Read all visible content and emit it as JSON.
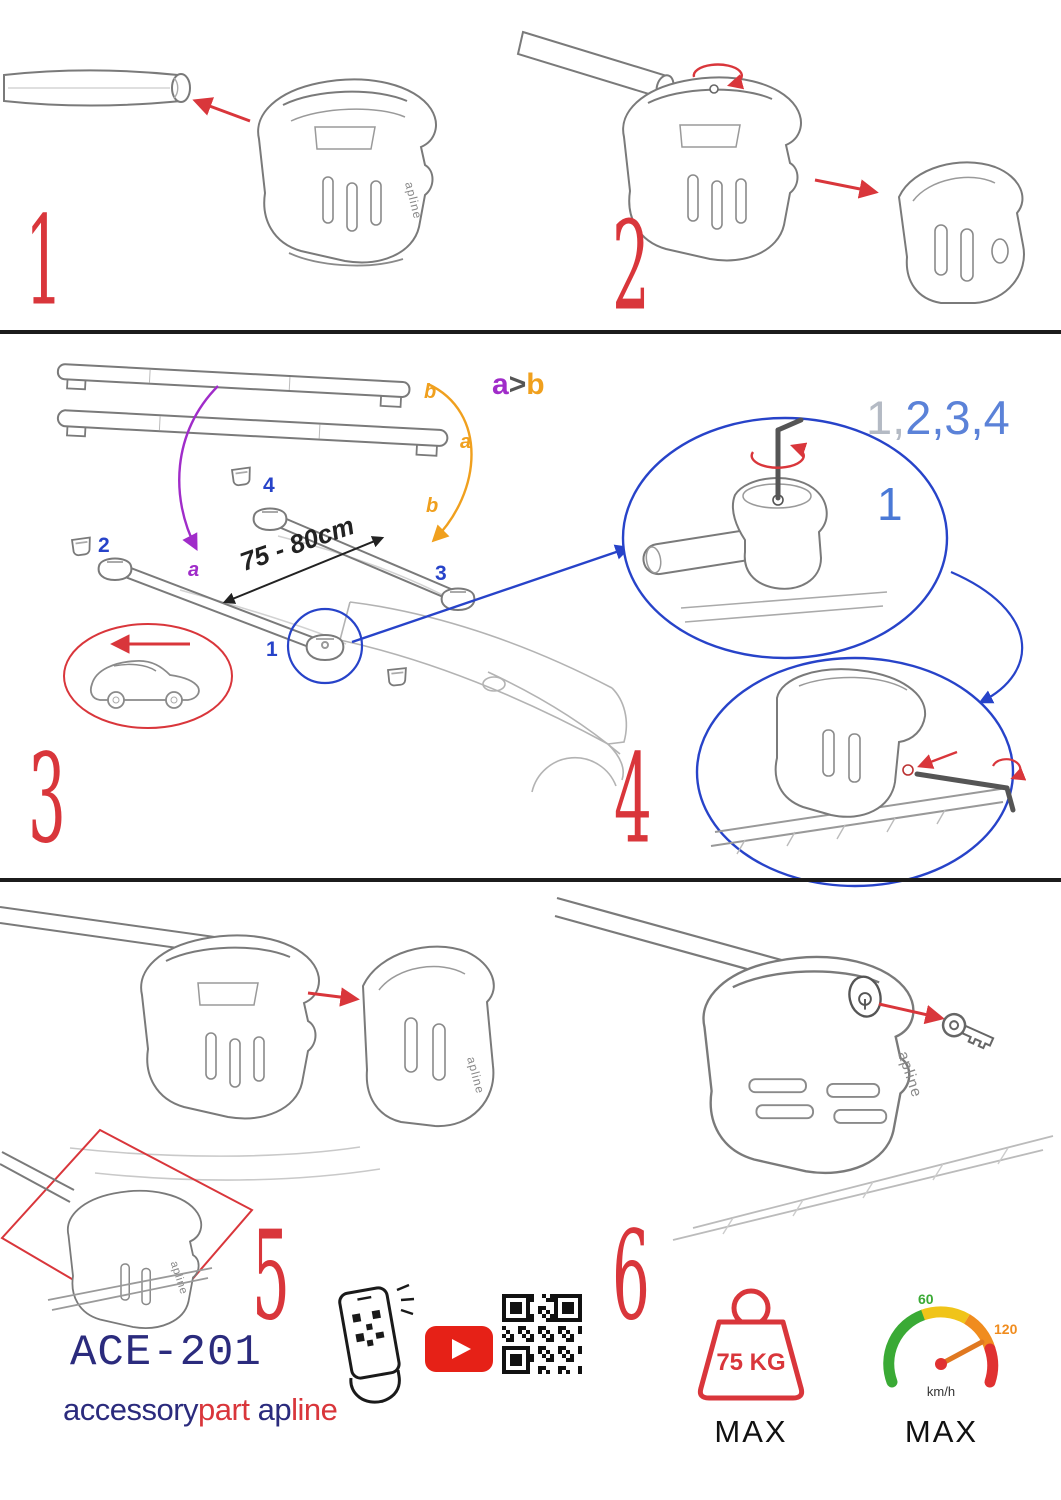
{
  "steps": [
    {
      "label": "1"
    },
    {
      "label": "2"
    },
    {
      "label": "3"
    },
    {
      "label": "4"
    },
    {
      "label": "5"
    },
    {
      "label": "6"
    }
  ],
  "assembly": {
    "bar_label_a": "a",
    "bar_label_b": "b",
    "comparison": {
      "a": "a",
      "gt": ">",
      "b": "b"
    },
    "sequence": {
      "gray": "1,",
      "blue": "2,3,4"
    },
    "measurement": "75 - 80cm",
    "positions": {
      "p1": "1",
      "p2": "2",
      "p3": "3",
      "p4": "4"
    },
    "roof_labels": {
      "a": "a",
      "b": "b"
    },
    "callout_number": "1"
  },
  "branding": {
    "model": "ACE-201",
    "accessory": "accessory",
    "part": "part",
    "ap": "ap",
    "line": "line",
    "foot_logo": "apline"
  },
  "limits": {
    "weight_value": "75 KG",
    "weight_max": "MAX",
    "speed_low": "60",
    "speed_high": "120",
    "speed_unit": "km/h",
    "speed_max": "MAX"
  },
  "icons": {
    "phone_scan": "phone-qr-scan-icon",
    "youtube": "youtube-play-icon",
    "qr": "qr-code-icon",
    "weight": "max-weight-icon",
    "speedometer": "max-speed-icon"
  },
  "colors": {
    "step_red": "#d9363b",
    "blue": "#2743c9",
    "light_blue": "#5b82d8",
    "sequence_gray": "#b4bac4",
    "purple": "#a02cc9",
    "orange": "#f0a01e",
    "navy": "#2b2b7d",
    "youtube_red": "#e62117"
  }
}
